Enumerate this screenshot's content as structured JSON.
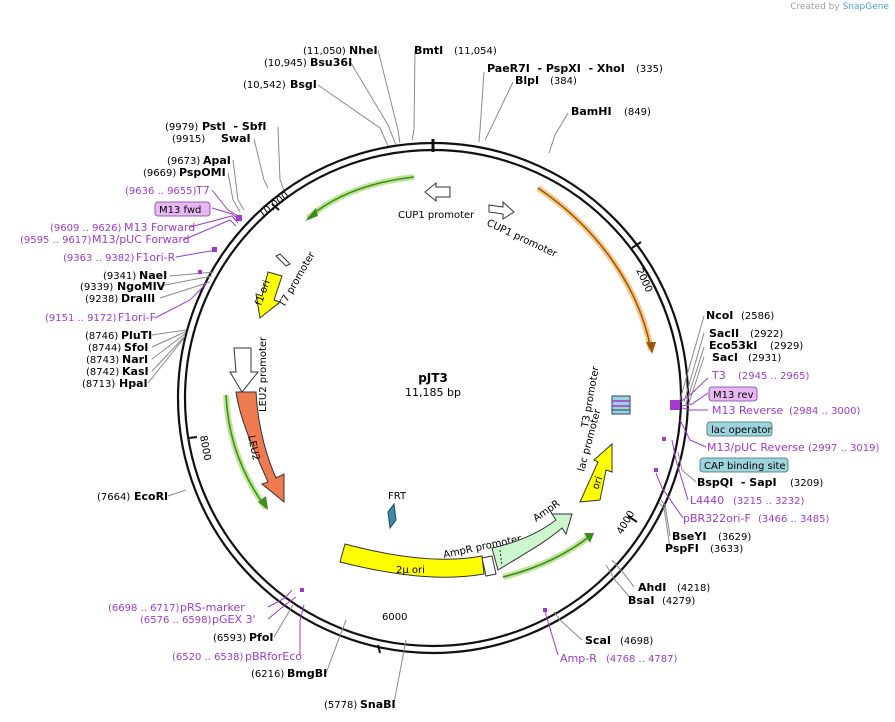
{
  "credit": {
    "prefix": "Created by",
    "brand": "SnapGene"
  },
  "plasmid": {
    "name": "pJT3",
    "size": "11,185 bp"
  },
  "ticks": [
    {
      "label": "2000"
    },
    {
      "label": "4000"
    },
    {
      "label": "6000"
    },
    {
      "label": "8000"
    },
    {
      "label": "10,000"
    }
  ],
  "right_sites": [
    {
      "name": "NheI",
      "pos": "(11,050)"
    },
    {
      "name": "BmtI",
      "pos": "(11,054)"
    },
    {
      "name": "Bsu36I",
      "pos": "(10,945)"
    },
    {
      "name": "PaeR7I  - PspXI  - XhoI",
      "pos": "(335)"
    },
    {
      "name": "BlpI",
      "pos": "(384)"
    },
    {
      "name": "BsgI",
      "pos": "(10,542)"
    },
    {
      "name": "BamHI",
      "pos": "(849)"
    },
    {
      "name": "NcoI",
      "pos": "(2586)"
    },
    {
      "name": "SacII",
      "pos": "(2922)"
    },
    {
      "name": "Eco53kI",
      "pos": "(2929)"
    },
    {
      "name": "SacI",
      "pos": "(2931)"
    },
    {
      "name": "BspQI  - SapI",
      "pos": "(3209)"
    },
    {
      "name": "BseYI",
      "pos": "(3629)"
    },
    {
      "name": "PspFI",
      "pos": "(3633)"
    },
    {
      "name": "AhdI",
      "pos": "(4218)"
    },
    {
      "name": "BsaI",
      "pos": "(4279)"
    },
    {
      "name": "ScaI",
      "pos": "(4698)"
    }
  ],
  "left_sites": [
    {
      "name": "PstI  - SbfI",
      "pos": "(9979)"
    },
    {
      "name": "SwaI",
      "pos": "(9915)"
    },
    {
      "name": "ApaI",
      "pos": "(9673)"
    },
    {
      "name": "PspOMI",
      "pos": "(9669)"
    },
    {
      "name": "NaeI",
      "pos": "(9341)"
    },
    {
      "name": "NgoMIV",
      "pos": "(9339)"
    },
    {
      "name": "DraIII",
      "pos": "(9238)"
    },
    {
      "name": "PluTI",
      "pos": "(8746)"
    },
    {
      "name": "SfoI",
      "pos": "(8744)"
    },
    {
      "name": "NarI",
      "pos": "(8743)"
    },
    {
      "name": "KasI",
      "pos": "(8742)"
    },
    {
      "name": "HpaI",
      "pos": "(8713)"
    },
    {
      "name": "EcoRI",
      "pos": "(7664)"
    },
    {
      "name": "PfoI",
      "pos": "(6593)"
    },
    {
      "name": "BmgBI",
      "pos": "(6216)"
    },
    {
      "name": "SnaBI",
      "pos": "(5778)"
    }
  ],
  "primers": [
    {
      "name": "T7",
      "pos": "(9636 .. 9655)"
    },
    {
      "name": "M13 fwd",
      "pos": ""
    },
    {
      "name": "M13 Forward",
      "pos": "(9609 .. 9626)"
    },
    {
      "name": "M13/pUC Forward",
      "pos": "(9595 .. 9617)"
    },
    {
      "name": "F1ori-R",
      "pos": "(9363 .. 9382)"
    },
    {
      "name": "F1ori-F",
      "pos": "(9151 .. 9172)"
    },
    {
      "name": "T3",
      "pos": "(2945 .. 2965)"
    },
    {
      "name": "M13 rev",
      "pos": ""
    },
    {
      "name": "M13 Reverse",
      "pos": "(2984 .. 3000)"
    },
    {
      "name": "lac operator",
      "pos": ""
    },
    {
      "name": "M13/pUC Reverse",
      "pos": "(2997 .. 3019)"
    },
    {
      "name": "CAP binding site",
      "pos": ""
    },
    {
      "name": "L4440",
      "pos": "(3215 .. 3232)"
    },
    {
      "name": "pBR322ori-F",
      "pos": "(3466 .. 3485)"
    },
    {
      "name": "pRS-marker",
      "pos": "(6698 .. 6717)"
    },
    {
      "name": "pGEX 3'",
      "pos": "(6576 .. 6598)"
    },
    {
      "name": "pBRforEco",
      "pos": "(6520 .. 6538)"
    },
    {
      "name": "Amp-R",
      "pos": "(4768 .. 4787)"
    }
  ],
  "features": [
    {
      "label": "CUP1 promoter"
    },
    {
      "label": "CUP1 promoter"
    },
    {
      "label": "T7 promoter"
    },
    {
      "label": "f1 ori"
    },
    {
      "label": "LEU2 promoter"
    },
    {
      "label": "LEU2"
    },
    {
      "label": "FRT"
    },
    {
      "label": "2μ ori"
    },
    {
      "label": "AmpR promoter"
    },
    {
      "label": "AmpR"
    },
    {
      "label": "ori"
    },
    {
      "label": "lac promoter"
    },
    {
      "label": "T3 promoter"
    }
  ],
  "colors": {
    "backbone": "#111111",
    "enzyme_line": "#8a8a8a",
    "primer": "#a03ad0",
    "promoter_fill": "#ffffff",
    "cds_fill": "#f07a50",
    "ori_fill": "#ffff00",
    "ampr_fill": "#ccf7cc",
    "green_arc": "#5ab12a",
    "orange_arc": "#e8a13a",
    "feature_box": "#9fd3dc",
    "primer_box": "#e8b8f0",
    "frt": "#3d8ba8"
  }
}
